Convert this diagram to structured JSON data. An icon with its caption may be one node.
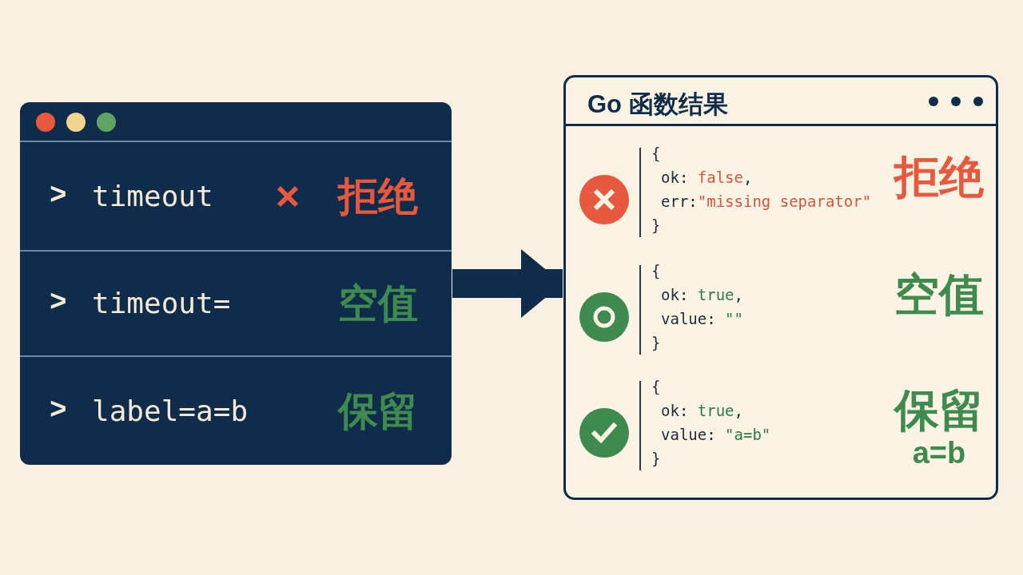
{
  "diagram": {
    "nodes": [
      {
        "text": [],
        "shape": "box"
      },
      {
        "text": [
          ">",
          "timeout",
          "拒绝"
        ],
        "in": 0
      },
      {
        "text": [
          ">",
          "timeout=",
          "空值"
        ],
        "in": 0
      },
      {
        "text": [
          ">",
          "label=a=b",
          "保留"
        ],
        "in": 0
      },
      {
        "text": [
          "Go 函数结果"
        ]
      },
      {
        "text": [
          "{",
          "ok: false,",
          "err:\"missing separator\"",
          "}",
          "拒绝"
        ],
        "in": 4
      },
      {
        "text": [
          "{",
          "ok: true,",
          "value: \"\"",
          "}",
          "空值"
        ],
        "in": 4
      },
      {
        "text": [
          "{",
          "ok: true,",
          "value: \"a=b\"",
          "}",
          "保留",
          "a=b"
        ],
        "in": 4
      }
    ],
    "edges": [
      {
        "from": 0,
        "to": 4,
        "arrow": "to"
      }
    ]
  }
}
